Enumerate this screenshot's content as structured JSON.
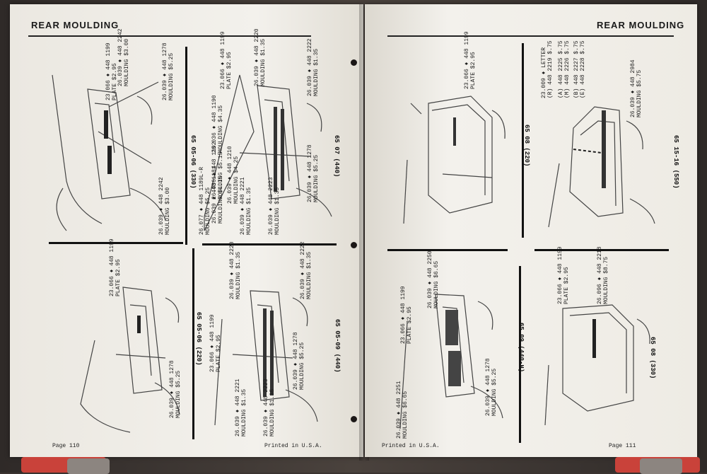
{
  "left_page": {
    "header": "REAR MOULDING",
    "footer_page": "Page 110",
    "footer_print": "Printed in U.S.A.",
    "panels": [
      {
        "code": "65 05-06 (330)",
        "labels": [
          [
            "23.066 ♦ 448 1199",
            "PLATE $2.95"
          ],
          [
            "26.039 ♦ 448 2242",
            "MOULDING $3.00"
          ],
          [
            "26.039 ♦ 448 1278",
            "MOULDING $5.25"
          ],
          [
            "26.039 ♦ 448 2242",
            "MOULDING $3.00"
          ]
        ]
      },
      {
        "code": "65 07 (440)",
        "labels": [
          [
            "23.066 ♦ 448 1199",
            "PLATE $2.95"
          ],
          [
            "26.039 ♦ 448 2220",
            "MOULDING $1.35"
          ],
          [
            "26.039 ♦ 448 2222",
            "MOULDING $1.35"
          ],
          [
            "26.036 ♦ 448 1190",
            "MOULDING $4.35"
          ],
          [
            "26.036 ♦ 448 1192",
            "MOULDING $5.15"
          ],
          [
            "26.039 ♦ 448 1210",
            "MOULDING $4.25"
          ],
          [
            "26.039 ♦ 448 1181",
            "MOULDING $4.35"
          ],
          [
            "26.077 ♦ 448 1189L-R",
            "MOULDING $5.25"
          ],
          [
            "26.039 ♦ 448 2221",
            "MOULDING $1.35"
          ],
          [
            "26.039 ♦ 448 2223",
            "MOULDING $1.35"
          ],
          [
            "26.039 ♦ 448 1278",
            "MOULDING $5.25"
          ]
        ]
      },
      {
        "code": "65 05-06 (220)",
        "labels": [
          [
            "23.066 ♦ 448 1199",
            "PLATE $2.95"
          ],
          [
            "26.039 ♦ 448 1278",
            "MOULDING $5.25"
          ]
        ]
      },
      {
        "code": "65 05-09 (440)",
        "labels": [
          [
            "26.039 ♦ 448 2220",
            "MOULDING $1.35"
          ],
          [
            "26.039 ♦ 448 2222",
            "MOULDING $1.35"
          ],
          [
            "23.066 ♦ 448 1199",
            "PLATE $2.95"
          ],
          [
            "26.039 ♦ 448 1278",
            "MOULDING $5.25"
          ],
          [
            "26.039 ♦ 448 2221",
            "MOULDING $1.35"
          ],
          [
            "26.039 ♦ 448 2223",
            "MOULDING $1.35"
          ]
        ]
      }
    ]
  },
  "right_page": {
    "header": "REAR MOULDING",
    "footer_page": "Page 111",
    "footer_print": "Printed in U.S.A.",
    "panels": [
      {
        "code": "65 08 (220)",
        "labels": [
          [
            "23.066 ♦ 448 1199",
            "PLATE $2.95"
          ]
        ]
      },
      {
        "code": "65 15-16 (550)",
        "labels": [
          [
            "23.009 ♦ LETTER",
            "(R) 448 2219 $.75"
          ],
          [
            "(A) 448 2225 $.75",
            "(M) 448 2226 $.75"
          ],
          [
            "(B) 448 2227 $.75",
            "(E) 448 2228 $.75"
          ],
          [
            "26.039 ♦ 448 2984",
            "MOULDING $5.75"
          ]
        ]
      },
      {
        "code": "65 09 (440-H)",
        "labels": [
          [
            "26.039 ♦ 448 2250",
            "MOULDING $6.65"
          ],
          [
            "23.066 ♦ 448 1199",
            "PLATE $2.95"
          ],
          [
            "26.039 ♦ 448 1278",
            "MOULDING $5.25"
          ],
          [
            "26.039 ♦ 448 2251",
            "MOULDING $6.65"
          ]
        ]
      },
      {
        "code": "65 08 (330)",
        "labels": [
          [
            "23.066 ♦ 448 1199",
            "PLATE $2.95"
          ],
          [
            "26.096 ♦ 448 2218",
            "MOULDING $8.75"
          ]
        ]
      }
    ]
  }
}
